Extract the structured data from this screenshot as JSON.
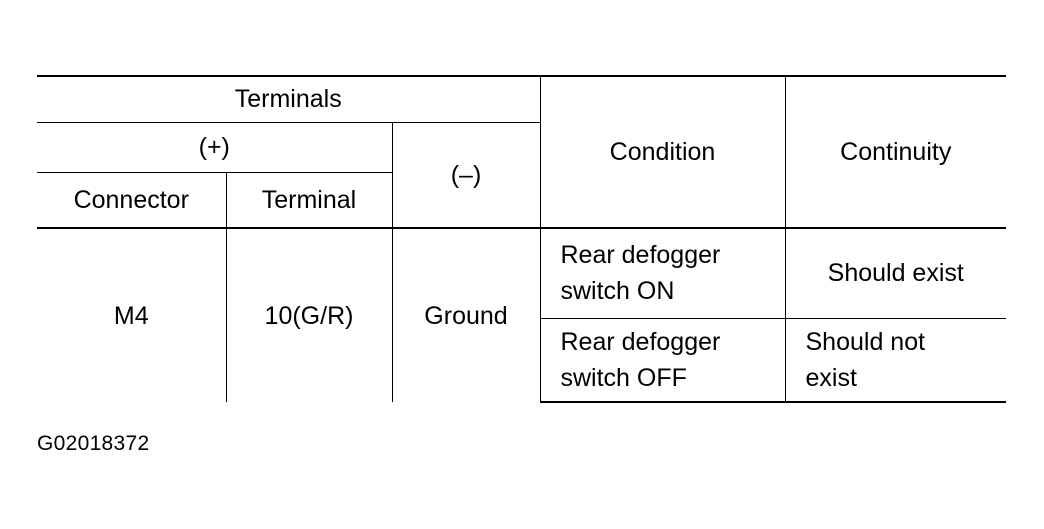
{
  "table": {
    "headers": {
      "terminals": "Terminals",
      "plus": "(+)",
      "minus": "(–)",
      "condition": "Condition",
      "continuity": "Continuity",
      "connector": "Connector",
      "terminal": "Terminal"
    },
    "rows": [
      {
        "connector": "M4",
        "terminal": "10(G/R)",
        "minus": "Ground",
        "condition_line1": "Rear defogger",
        "condition_line2": "switch ON",
        "continuity_line1": "Should exist",
        "continuity_line2": ""
      },
      {
        "condition_line1": "Rear defogger",
        "condition_line2": "switch OFF",
        "continuity_line1": "Should not",
        "continuity_line2": "exist"
      }
    ]
  },
  "figure_id": "G02018372"
}
